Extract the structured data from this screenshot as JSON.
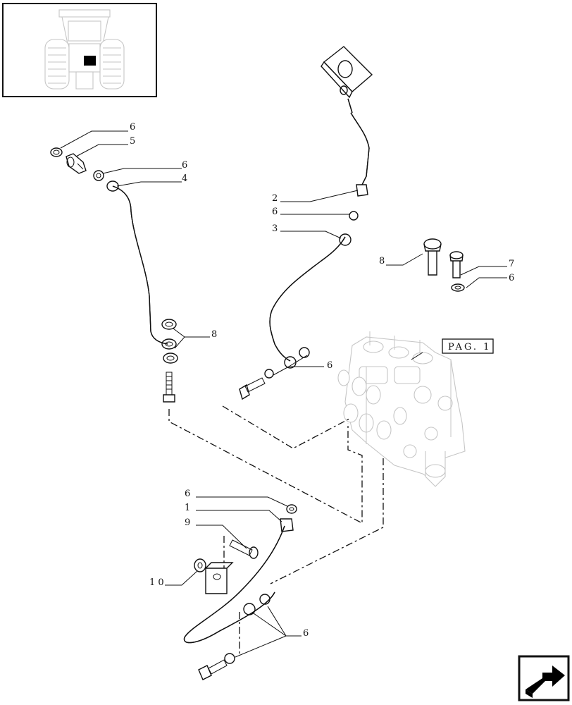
{
  "callouts": [
    {
      "id": "c-6a",
      "text": "6"
    },
    {
      "id": "c-5",
      "text": "5"
    },
    {
      "id": "c-6b",
      "text": "6"
    },
    {
      "id": "c-4",
      "text": "4"
    },
    {
      "id": "c-8a",
      "text": "8"
    },
    {
      "id": "c-2",
      "text": "2"
    },
    {
      "id": "c-6c",
      "text": "6"
    },
    {
      "id": "c-3",
      "text": "3"
    },
    {
      "id": "c-6d",
      "text": "6"
    },
    {
      "id": "c-8b",
      "text": "8"
    },
    {
      "id": "c-7",
      "text": "7"
    },
    {
      "id": "c-6e",
      "text": "6"
    },
    {
      "id": "c-6f",
      "text": "6"
    },
    {
      "id": "c-1",
      "text": "1"
    },
    {
      "id": "c-9",
      "text": "9"
    },
    {
      "id": "c-10",
      "text": "1 0"
    },
    {
      "id": "c-6g",
      "text": "6"
    }
  ],
  "page_ref": "PAG. 1",
  "icons": {
    "thumbnail": "tractor-rear-view-icon",
    "navigation": "next-page-arrow-icon"
  },
  "colors": {
    "ink": "#111111",
    "ghost": "#c6c6c6",
    "highlight": "#000000"
  }
}
